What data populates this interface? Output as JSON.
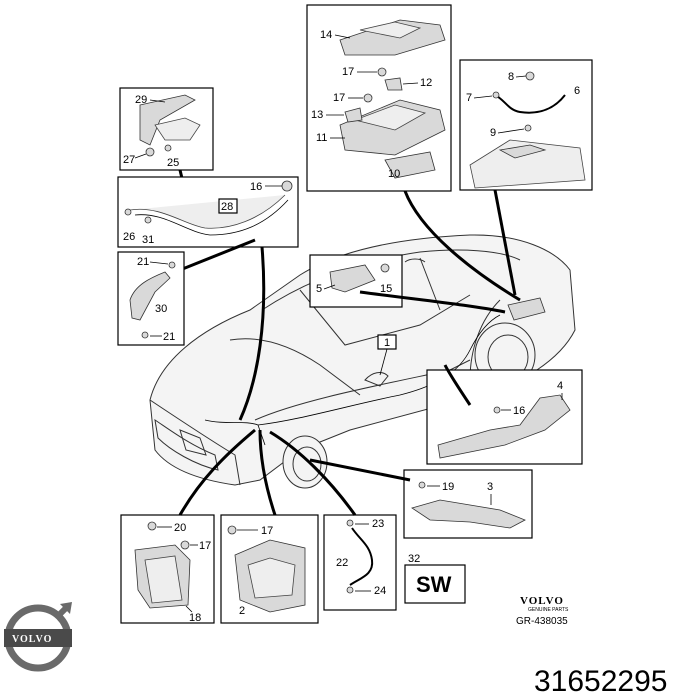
{
  "part_number": "31652295",
  "document_ref": "GR-438035",
  "brand": {
    "wordmark": "VOLVO",
    "wordmark_sub": "GENUINE PARTS",
    "logo_text": "VOLVO"
  },
  "sw_box": {
    "number": "32",
    "text": "SW"
  },
  "labels": {
    "l1": "1",
    "l2": "2",
    "l3": "3",
    "l4": "4",
    "l5": "5",
    "l6": "6",
    "l7": "7",
    "l8": "8",
    "l9": "9",
    "l10": "10",
    "l11": "11",
    "l12": "12",
    "l13": "13",
    "l14": "14",
    "l15": "15",
    "l16a": "16",
    "l16b": "16",
    "l17a": "17",
    "l17b": "17",
    "l17c": "17",
    "l17d": "17",
    "l18": "18",
    "l19": "19",
    "l20": "20",
    "l21a": "21",
    "l21b": "21",
    "l22": "22",
    "l23": "23",
    "l24": "24",
    "l25": "25",
    "l26": "26",
    "l27": "27",
    "l28": "28",
    "l29": "29",
    "l30": "30",
    "l31": "31"
  },
  "colors": {
    "line": "#000000",
    "part": "#d9d9d9",
    "logo_bg": "#4a4a4a"
  }
}
